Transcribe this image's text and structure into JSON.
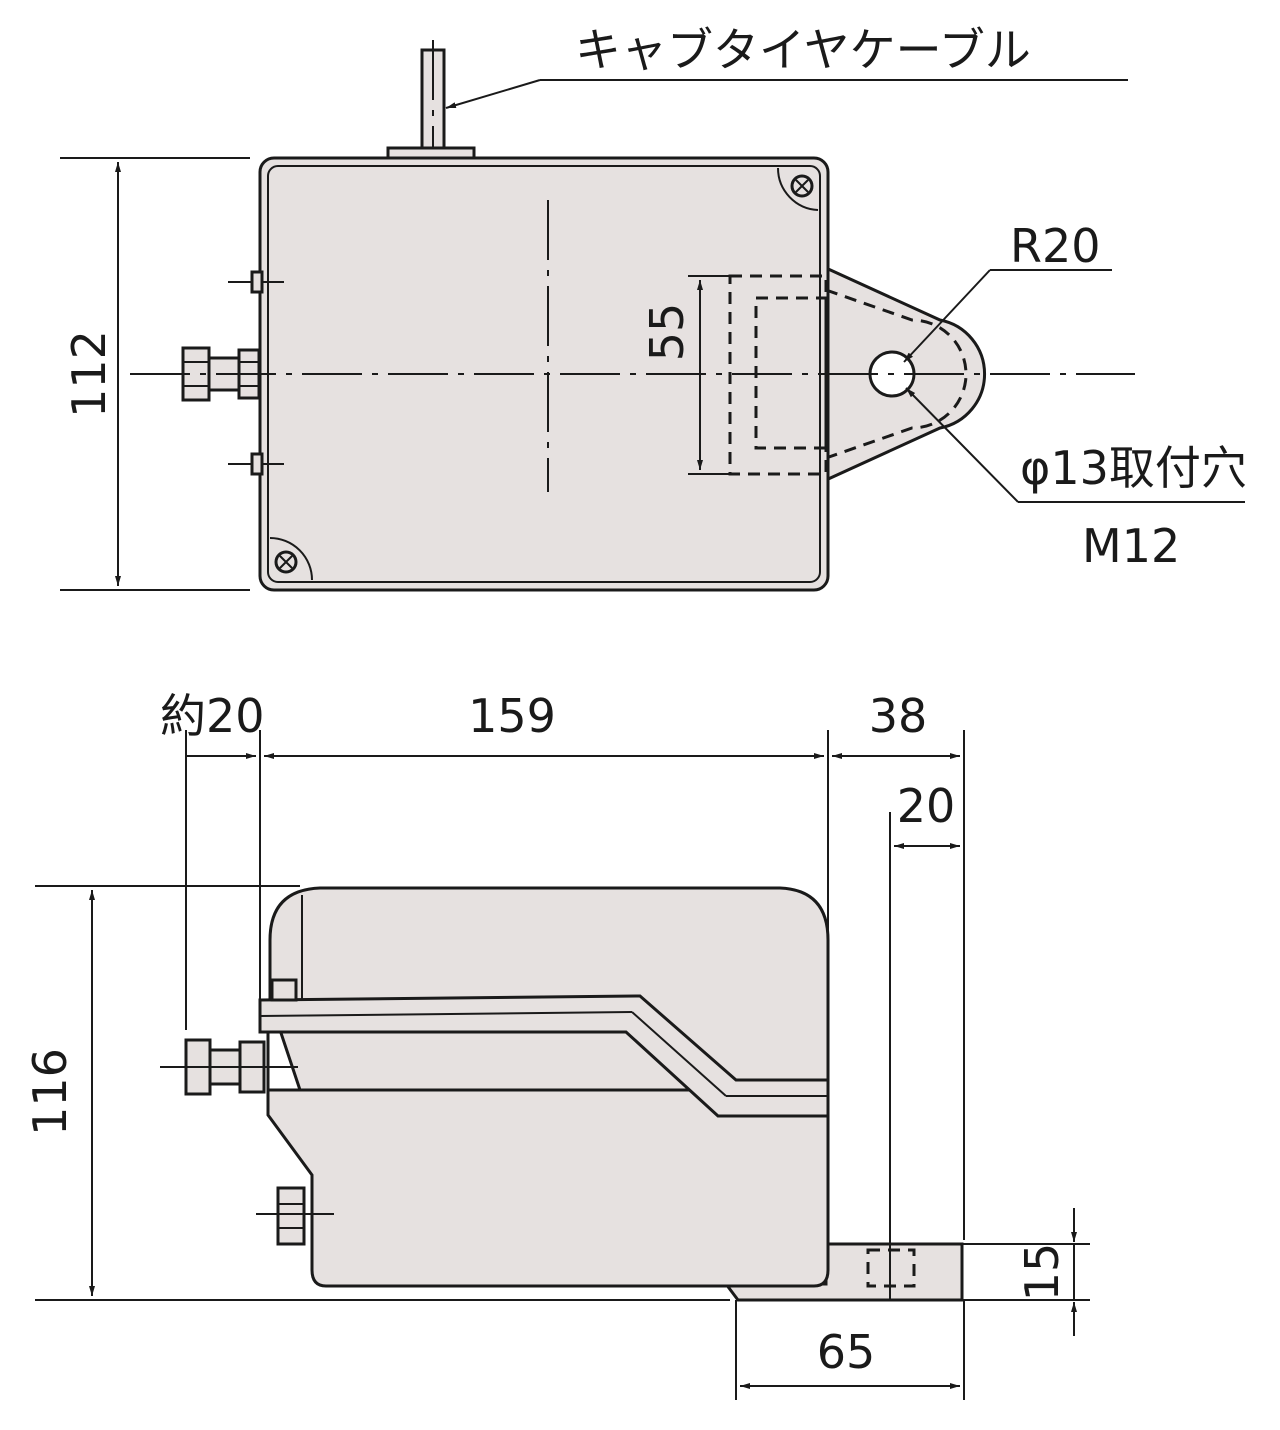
{
  "top_view": {
    "cable_label": "キャブタイヤケーブル",
    "radius_label": "R20",
    "height_dim": "112",
    "slot_dim": "55",
    "hole_label": "φ13取付穴",
    "bolt_label": "M12"
  },
  "side_view": {
    "approx_dim": "約20",
    "width_dim": "159",
    "flange_dim": "38",
    "flange_inner_dim": "20",
    "height_dim": "116",
    "base_thickness_dim": "15",
    "base_length_dim": "65"
  },
  "colors": {
    "body_fill": "#e6e1e0",
    "line": "#1a1a1a"
  }
}
